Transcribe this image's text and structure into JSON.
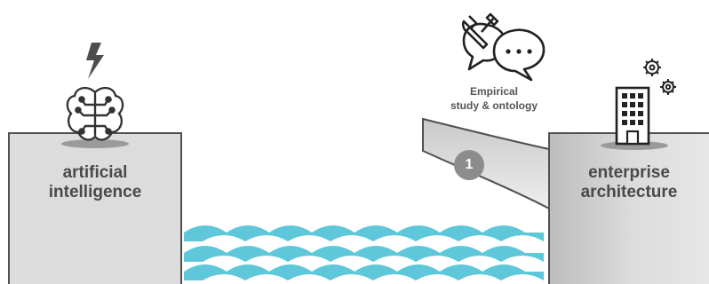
{
  "left_pillar": {
    "label_line1": "artificial",
    "label_line2": "intelligence"
  },
  "right_pillar": {
    "label_line1": "enterprise",
    "label_line2": "architecture"
  },
  "bridge": {
    "caption_line1": "Empirical",
    "caption_line2": "study & ontology",
    "badge": "1"
  },
  "icons": {
    "left": [
      "lightning-icon",
      "brain-circuit-icon"
    ],
    "right": [
      "gears-icon",
      "office-building-icon"
    ],
    "bridge": [
      "tools-chat-icon"
    ]
  },
  "colors": {
    "pillar_fill": "#dcdcdc",
    "pillar_stroke": "#505050",
    "water": "#5ec7d9",
    "badge": "#8c8c8c",
    "text": "#4a4a4a"
  }
}
